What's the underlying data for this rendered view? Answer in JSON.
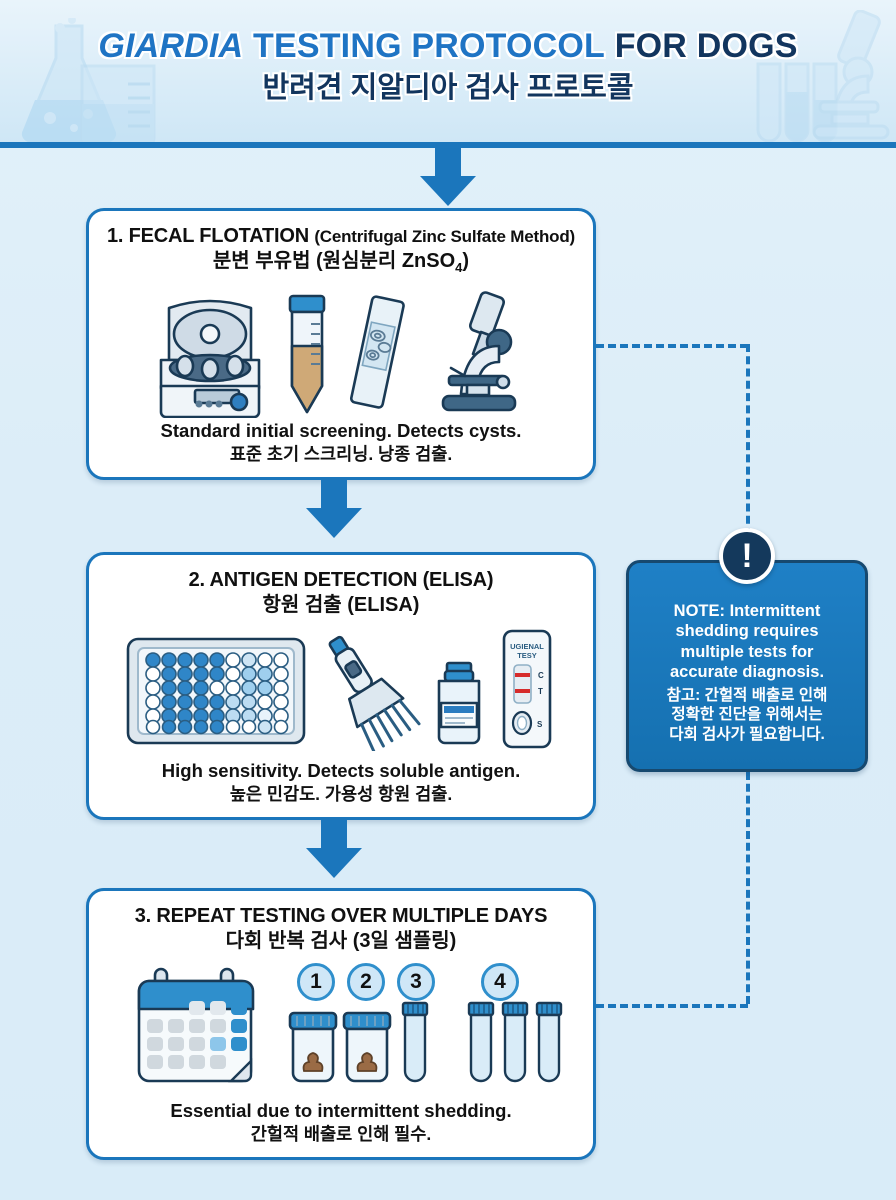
{
  "header": {
    "title_en_parts": {
      "giardia": "GIARDIA",
      "testing_protocol": "TESTING PROTOCOL",
      "for_dogs": "FOR DOGS"
    },
    "title_en_full": "GIARDIA TESTING PROTOCOL FOR DOGS",
    "title_ko": "반려견 지알디아 검사 프로토콜",
    "accent_blue": "#1b76bc",
    "navy": "#12355e",
    "background": "#dcedf8"
  },
  "steps": [
    {
      "number": "1.",
      "title_en": "1. FECAL FLOTATION",
      "title_en_sub": "(Centrifugal Zinc Sulfate Method)",
      "title_ko": "분변 부유법 (원심분리 ZnSO",
      "title_ko_sub": "4",
      "title_ko_tail": ")",
      "desc_en": "Standard initial screening. Detects cysts.",
      "desc_ko": "표준 초기 스크리닝. 낭종 검출.",
      "icons": [
        "centrifuge-icon",
        "test-tube-sediment-icon",
        "microscope-slide-icon",
        "microscope-icon"
      ]
    },
    {
      "number": "2.",
      "title_en": "2. ANTIGEN DETECTION (ELISA)",
      "title_ko": "항원 검출 (ELISA)",
      "desc_en": "High sensitivity. Detects soluble antigen.",
      "desc_ko": "높은 민감도. 가용성 항원 검출.",
      "icons": [
        "microplate-icon",
        "multichannel-pipette-icon",
        "reagent-vial-icon",
        "lateral-flow-cassette-icon"
      ],
      "cassette": {
        "brand_line1": "UGIENAL",
        "brand_line2": "TESY",
        "mark_c": "C",
        "mark_t": "T",
        "mark_s": "S"
      }
    },
    {
      "number": "3.",
      "title_en": "3. REPEAT TESTING OVER MULTIPLE DAYS",
      "title_ko": "다회 반복 검사 (3일 샘플링)",
      "desc_en": "Essential due to intermittent shedding.",
      "desc_ko": "간헐적 배출로 인해 필수.",
      "icons": [
        "calendar-icon",
        "sample-cup-icon",
        "sample-cup-icon",
        "test-tube-icon",
        "test-tube-icon",
        "test-tube-icon",
        "test-tube-icon"
      ],
      "day_badges": [
        "1",
        "2",
        "3",
        "4"
      ]
    }
  ],
  "note": {
    "icon": "exclamation-icon",
    "text_en": "NOTE: Intermittent shedding requires multiple tests for accurate diagnosis.",
    "text_en_lines": [
      "NOTE: Intermittent",
      "shedding requires",
      "multiple tests for",
      "accurate diagnosis."
    ],
    "text_ko": "참고: 간헐적 배출로 인해 정확한 진단을 위해서는 다회 검사가 필요합니다.",
    "text_ko_lines": [
      "참고: 간헐적 배출로 인해",
      "정확한 진단을 위해서는",
      "다회 검사가 필요합니다."
    ],
    "box_color": "#1b76bc",
    "icon_color": "#14395c"
  }
}
